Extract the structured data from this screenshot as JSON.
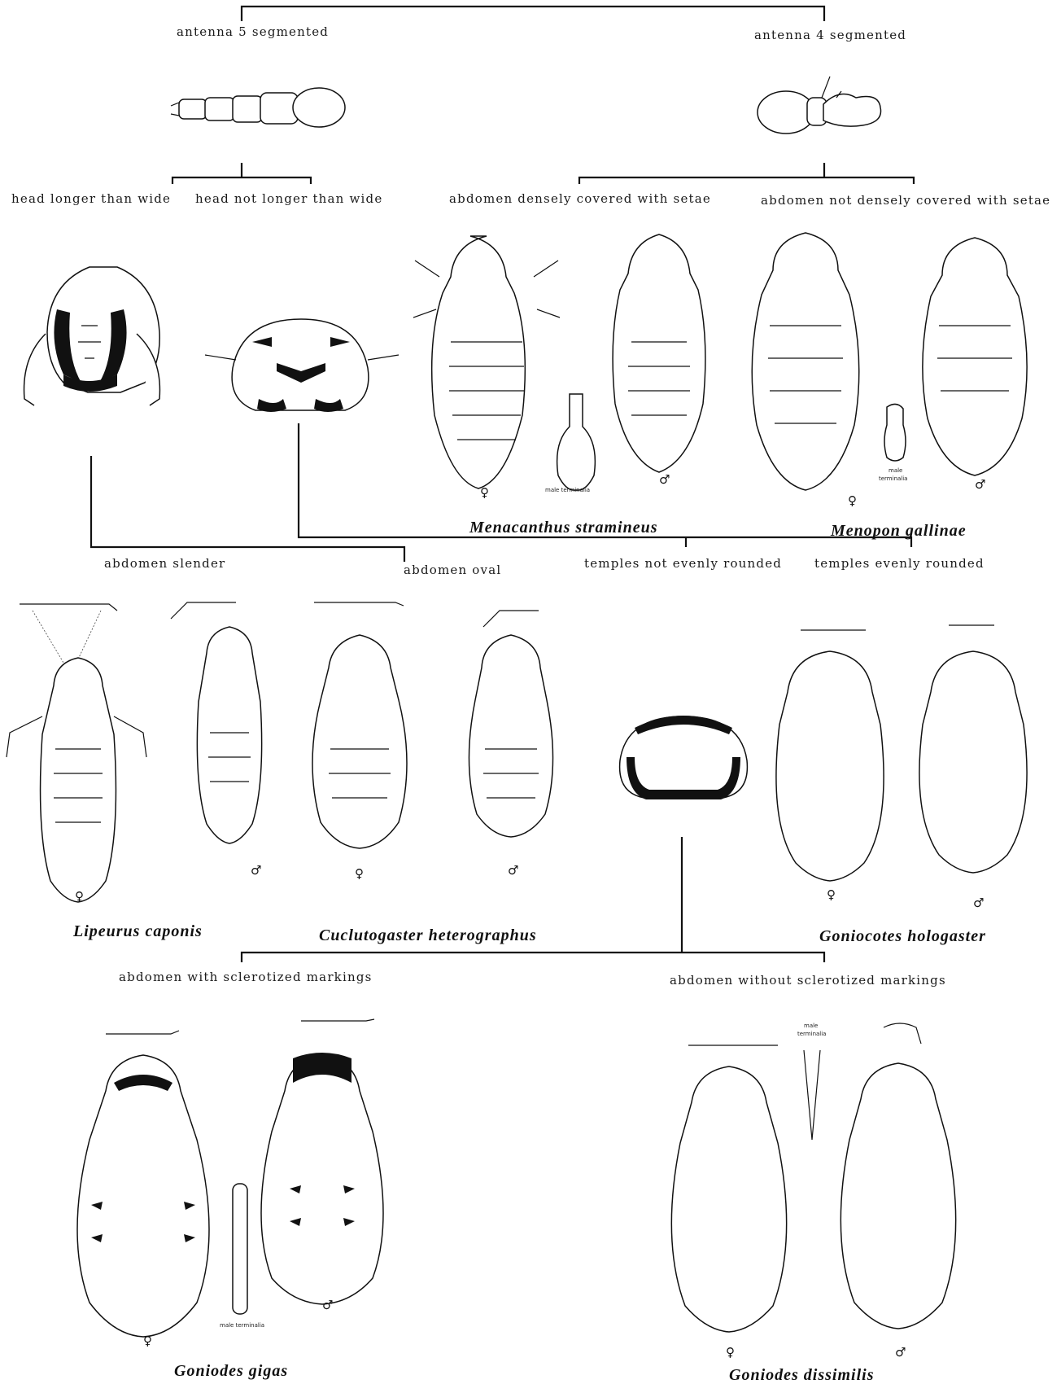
{
  "labels": {
    "antenna5": "antenna 5 segmented",
    "antenna4": "antenna 4 segmented",
    "head_longer": "head longer than wide",
    "head_not_longer": "head not longer than wide",
    "abd_dense": "abdomen densely covered with setae",
    "abd_not_dense": "abdomen not densely covered with setae",
    "abd_slender": "abdomen slender",
    "abd_oval": "abdomen oval",
    "temples_not": "temples not evenly rounded",
    "temples_even": "temples evenly rounded",
    "abd_sclero": "abdomen with sclerotized markings",
    "abd_no_sclero": "abdomen without sclerotized markings"
  },
  "species": {
    "menacanthus": "Menacanthus stramineus",
    "menopon": "Menopon gallinae",
    "lipeurus": "Lipeurus caponis",
    "cuclutogaster": "Cuclutogaster heterographus",
    "goniocotes": "Goniocotes hologaster",
    "gigas": "Goniodes gigas",
    "dissimilis": "Goniodes dissimilis"
  },
  "annotations": {
    "male_terminalia_1": "male terminalia",
    "male_terminalia_2_l1": "male",
    "male_terminalia_2_l2": "terminalia",
    "male_terminalia_3": "male terminalia",
    "male_terminalia_4_l1": "male",
    "male_terminalia_4_l2": "terminalia"
  },
  "sex": {
    "female": "♀",
    "male": "♂"
  }
}
